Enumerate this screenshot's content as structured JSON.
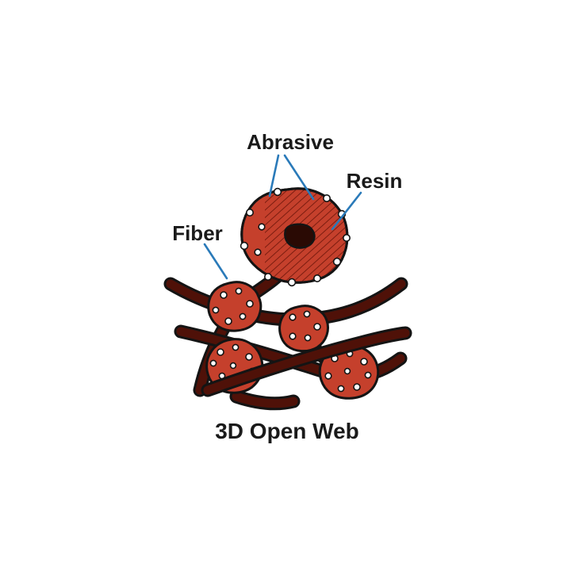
{
  "figure": {
    "labels": {
      "abrasive": "Abrasive",
      "resin": "Resin",
      "fiber": "Fiber"
    },
    "caption": "3D Open Web"
  },
  "colors": {
    "background": "#ffffff",
    "text": "#1a1a1a",
    "leader": "#2a7ab9",
    "nodule": "#c5402c",
    "nodule-dark": "#2a0a04",
    "hatch": "#7c1d10",
    "fiber": "#4f1108",
    "outline": "#141414",
    "speck": "#ffffff"
  }
}
